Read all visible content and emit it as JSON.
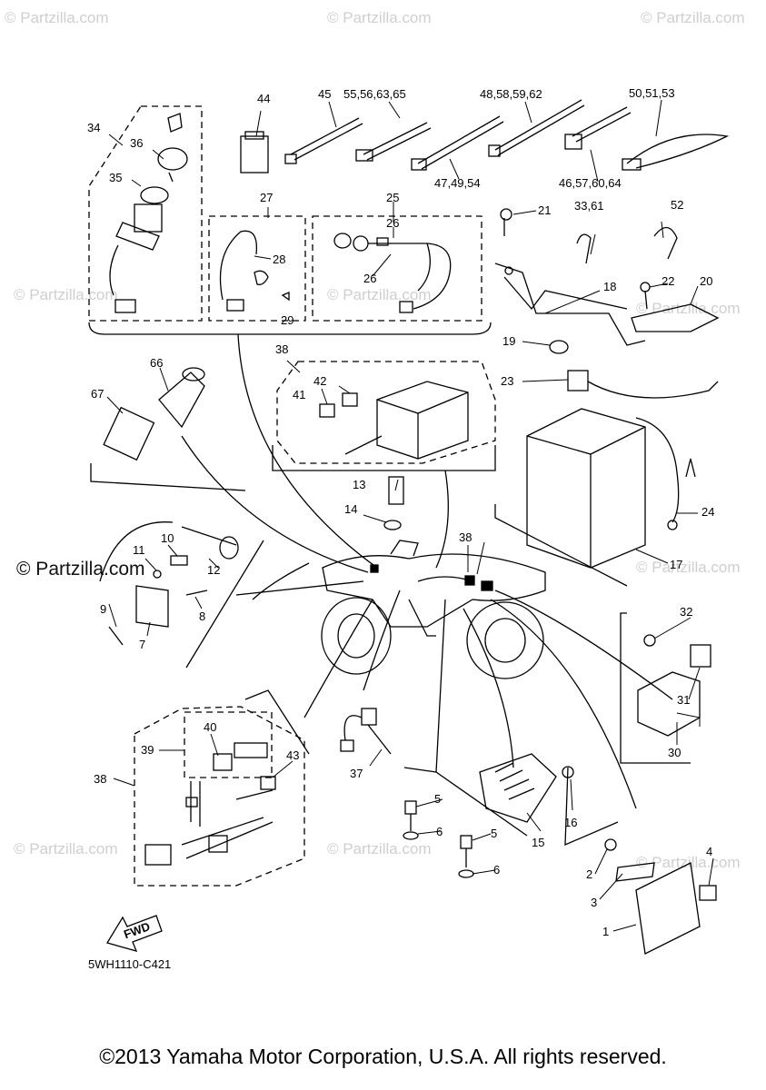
{
  "watermark": "© Partzilla.com",
  "diagram_code": "5WH1110-C421",
  "fwd_label": "FWD",
  "copyright": "©2013 Yamaha Motor Corporation, U.S.A. All rights reserved.",
  "callouts": {
    "c1": "1",
    "c2": "2",
    "c3": "3",
    "c4": "4",
    "c5a": "5",
    "c5b": "5",
    "c6a": "6",
    "c6b": "6",
    "c7": "7",
    "c8": "8",
    "c9": "9",
    "c10": "10",
    "c11": "11",
    "c12": "12",
    "c13": "13",
    "c14": "14",
    "c15": "15",
    "c16": "16",
    "c17": "17",
    "c18": "18",
    "c19": "19",
    "c20": "20",
    "c21": "21",
    "c22": "22",
    "c23": "23",
    "c24": "24",
    "c25": "25",
    "c26a": "26",
    "c26b": "26",
    "c27": "27",
    "c28": "28",
    "c29": "29",
    "c30": "30",
    "c31": "31",
    "c32": "32",
    "c3361": "33,61",
    "c34": "34",
    "c35": "35",
    "c36": "36",
    "c37": "37",
    "c38a": "38",
    "c38b": "38",
    "c38c": "38",
    "c39": "39",
    "c40": "40",
    "c41": "41",
    "c42": "42",
    "c43": "43",
    "c44": "44",
    "c45": "45",
    "c55": "55,56,63,65",
    "c48": "48,58,59,62",
    "c50": "50,51,53",
    "c47": "47,49,54",
    "c46": "46,57,60,64",
    "c52": "52",
    "c66": "66",
    "c67": "67"
  }
}
